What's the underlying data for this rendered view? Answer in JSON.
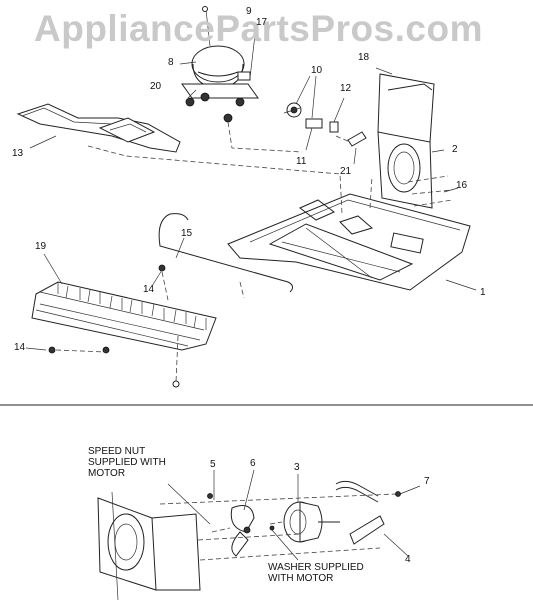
{
  "watermark": "AppliancePartsPros.com",
  "callouts": {
    "upper": [
      "9",
      "17",
      "8",
      "20",
      "10",
      "12",
      "18",
      "13",
      "11",
      "21",
      "2",
      "16",
      "15",
      "19",
      "14",
      "1",
      "14"
    ],
    "lower": [
      "5",
      "6",
      "3",
      "7",
      "4"
    ]
  },
  "notes": {
    "speed_nut": "SPEED NUT\nSUPPLIED WITH\nMOTOR",
    "washer": "WASHER SUPPLIED\nWITH MOTOR"
  }
}
